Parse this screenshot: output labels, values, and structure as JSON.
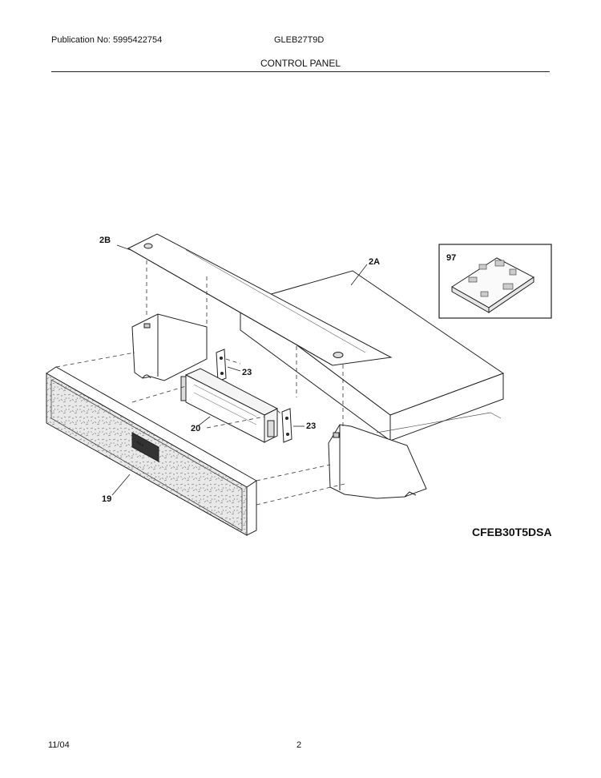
{
  "header": {
    "publication": "Publication No: 5995422754",
    "model": "GLEB27T9D",
    "section_title": "CONTROL PANEL"
  },
  "diagram": {
    "model_tag": "CFEB30T5DSA",
    "part_labels": {
      "p2b": "2B",
      "p2a": "2A",
      "p97": "97",
      "p23a": "23",
      "p23b": "23",
      "p20": "20",
      "p19": "19"
    }
  },
  "footer": {
    "date": "11/04",
    "page": "2"
  }
}
